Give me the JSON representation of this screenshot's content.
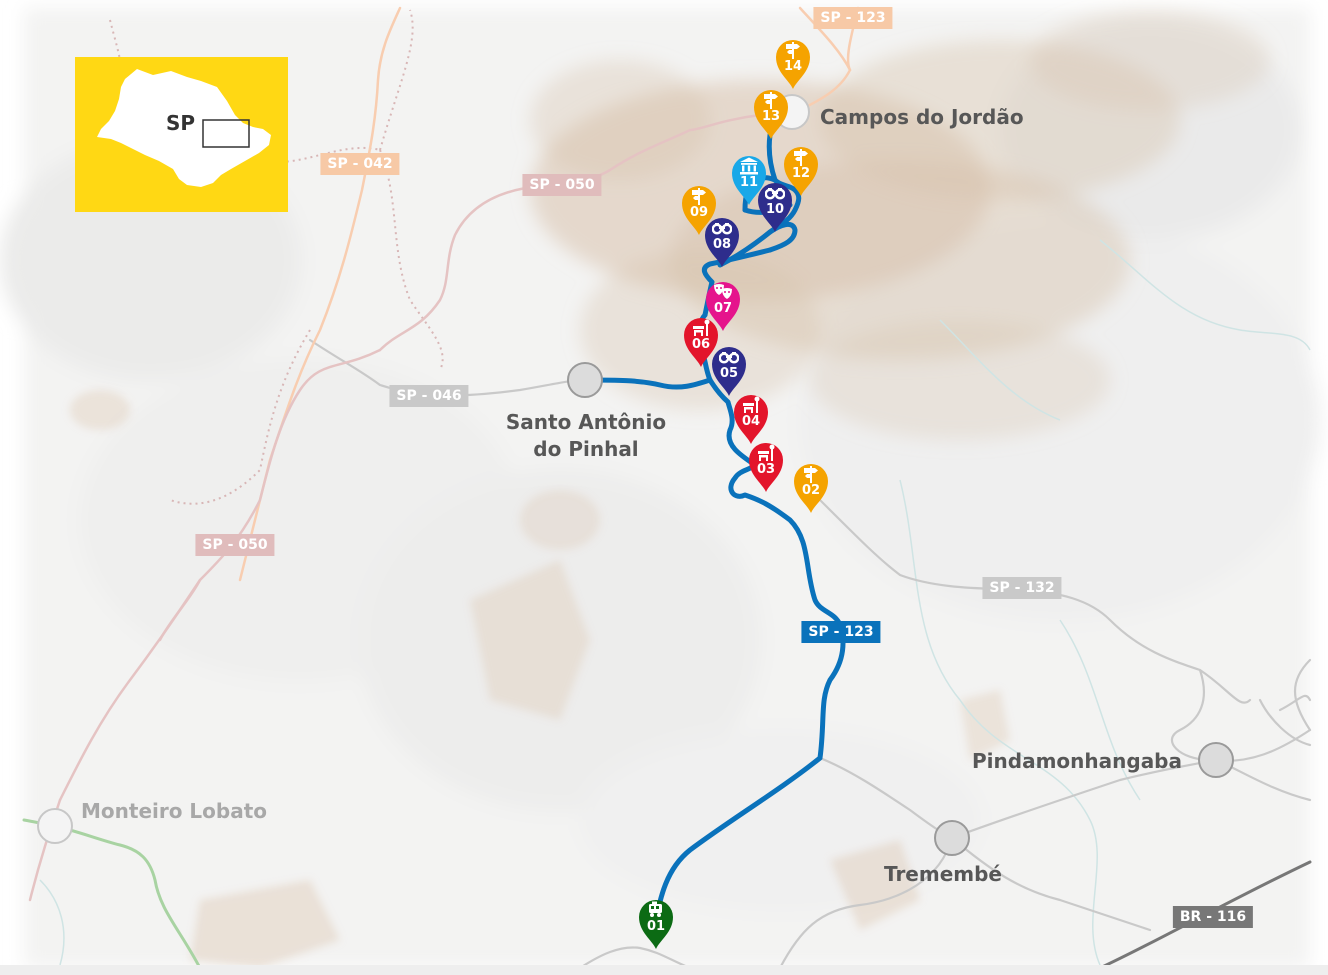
{
  "map_title": "",
  "inset": {
    "label": "SP"
  },
  "roads": [
    {
      "label": "SP - 123",
      "kind": "faint-orange"
    },
    {
      "label": "SP - 042",
      "kind": "faint-orange"
    },
    {
      "label": "SP - 050",
      "kind": "faint-pink"
    },
    {
      "label": "SP - 046",
      "kind": "gray"
    },
    {
      "label": "SP - 050",
      "kind": "faint-pink"
    },
    {
      "label": "SP - 132",
      "kind": "gray"
    },
    {
      "label": "SP - 123",
      "kind": "route"
    },
    {
      "label": "BR - 116",
      "kind": "dark-gray"
    }
  ],
  "cities": [
    {
      "name": "Campos do Jordão",
      "lines": [
        "Campos do Jordão"
      ],
      "style": "major"
    },
    {
      "name": "Santo Antônio do Pinhal",
      "lines": [
        "Santo Antônio",
        "do Pinhal"
      ],
      "style": "major"
    },
    {
      "name": "Pindamonhangaba",
      "lines": [
        "Pindamonhangaba"
      ],
      "style": "major"
    },
    {
      "name": "Tremembé",
      "lines": [
        "Tremembé"
      ],
      "style": "major"
    },
    {
      "name": "Monteiro Lobato",
      "lines": [
        "Monteiro Lobato"
      ],
      "style": "minor"
    }
  ],
  "markers": [
    {
      "number": "01",
      "category": "train",
      "icon": "train-icon",
      "color": "#0c6b14"
    },
    {
      "number": "02",
      "category": "signpost",
      "icon": "signpost-icon",
      "color": "#f5a300"
    },
    {
      "number": "03",
      "category": "station",
      "icon": "station-icon",
      "color": "#e3152b"
    },
    {
      "number": "04",
      "category": "station",
      "icon": "station-icon",
      "color": "#e3152b"
    },
    {
      "number": "05",
      "category": "viewpoint",
      "icon": "binoculars-icon",
      "color": "#2e2d8c"
    },
    {
      "number": "06",
      "category": "station",
      "icon": "station-icon",
      "color": "#e3152b"
    },
    {
      "number": "07",
      "category": "culture",
      "icon": "theater-masks-icon",
      "color": "#e5148c"
    },
    {
      "number": "08",
      "category": "viewpoint",
      "icon": "binoculars-icon",
      "color": "#2e2d8c"
    },
    {
      "number": "09",
      "category": "signpost",
      "icon": "signpost-icon",
      "color": "#f5a300"
    },
    {
      "number": "10",
      "category": "viewpoint",
      "icon": "binoculars-icon",
      "color": "#2e2d8c"
    },
    {
      "number": "11",
      "category": "museum",
      "icon": "museum-icon",
      "color": "#19a8e8"
    },
    {
      "number": "12",
      "category": "signpost",
      "icon": "signpost-icon",
      "color": "#f5a300"
    },
    {
      "number": "13",
      "category": "signpost",
      "icon": "signpost-icon",
      "color": "#f5a300"
    },
    {
      "number": "14",
      "category": "signpost",
      "icon": "signpost-icon",
      "color": "#f5a300"
    }
  ],
  "colors": {
    "route": "#0a72bb",
    "road_gray": "#c9c9c9",
    "road_faint_orange": "#f8cdb0",
    "road_faint_pink": "#e5c3c3",
    "road_green": "#a8d3a2",
    "br116": "#777777",
    "inset_bg": "#ffd814",
    "relief": "#d8c3ad"
  }
}
